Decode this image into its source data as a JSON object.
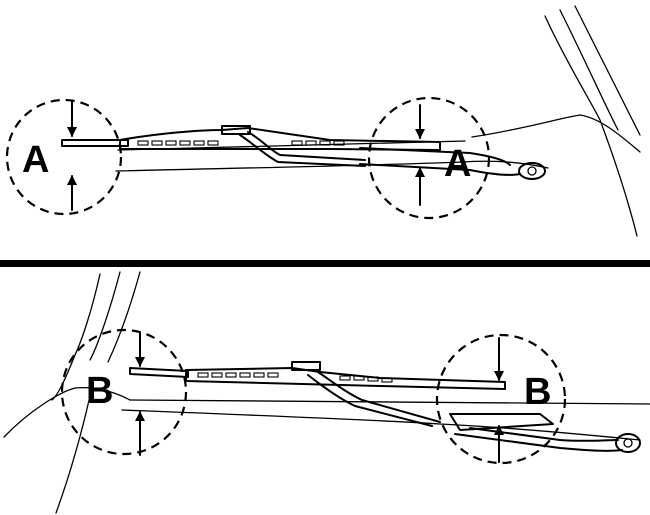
{
  "figure": {
    "top_panel": {
      "callout_left": "A",
      "callout_right": "A"
    },
    "bottom_panel": {
      "callout_left": "B",
      "callout_right": "B"
    }
  }
}
